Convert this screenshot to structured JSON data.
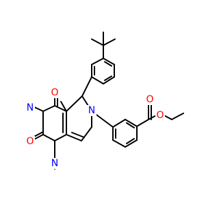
{
  "molecule": {
    "description_visible": false,
    "colors": {
      "bond": "#000000",
      "nitrogen": "#0000ff",
      "oxygen": "#ff0000",
      "background": "#ffffff"
    },
    "atom_labels": {
      "n_ring_3": "N",
      "n_ring_1": "N",
      "n_pyrrole": "N",
      "o_carbonyl_4": "O",
      "o_carbonyl_2": "O",
      "o_ester_carbonyl": "O",
      "o_ester_ether": "O"
    }
  }
}
